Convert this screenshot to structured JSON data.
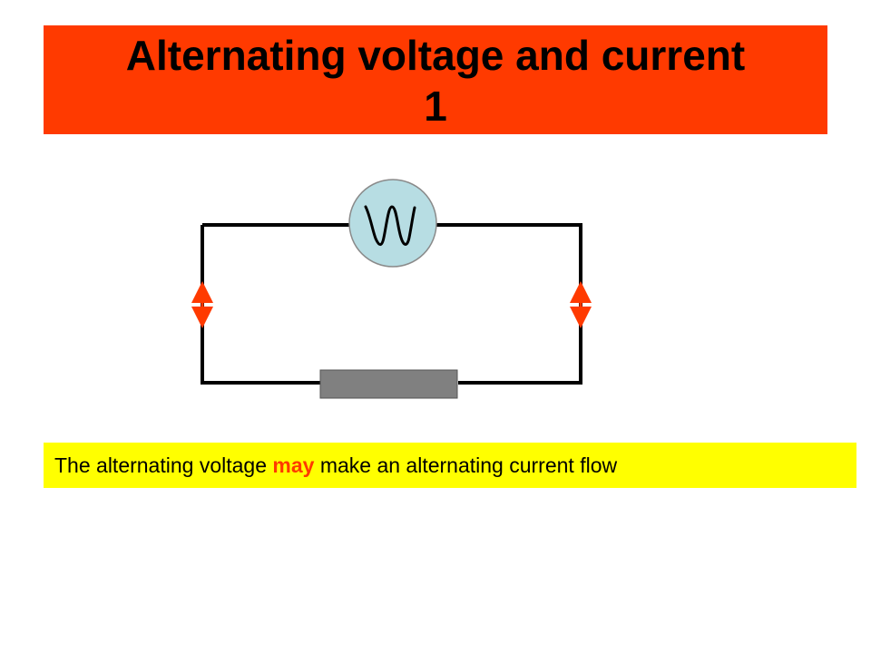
{
  "slide": {
    "title": "Alternating voltage and current 1",
    "caption": {
      "before": "The alternating voltage ",
      "emphasis": "may",
      "after": " make an alternating current flow"
    }
  },
  "colors": {
    "title_banner": "#ff3a00",
    "caption_banner": "#ffff00",
    "emphasis_text": "#ff3a00",
    "wire": "#000000",
    "arrow": "#ff3a00",
    "ac_source_fill": "#b7dde3",
    "ac_source_stroke": "#888888",
    "resistor_fill": "#808080"
  },
  "diagram": {
    "components": [
      "ac-source-icon",
      "resistor",
      "current-arrow-left",
      "current-arrow-right"
    ]
  }
}
